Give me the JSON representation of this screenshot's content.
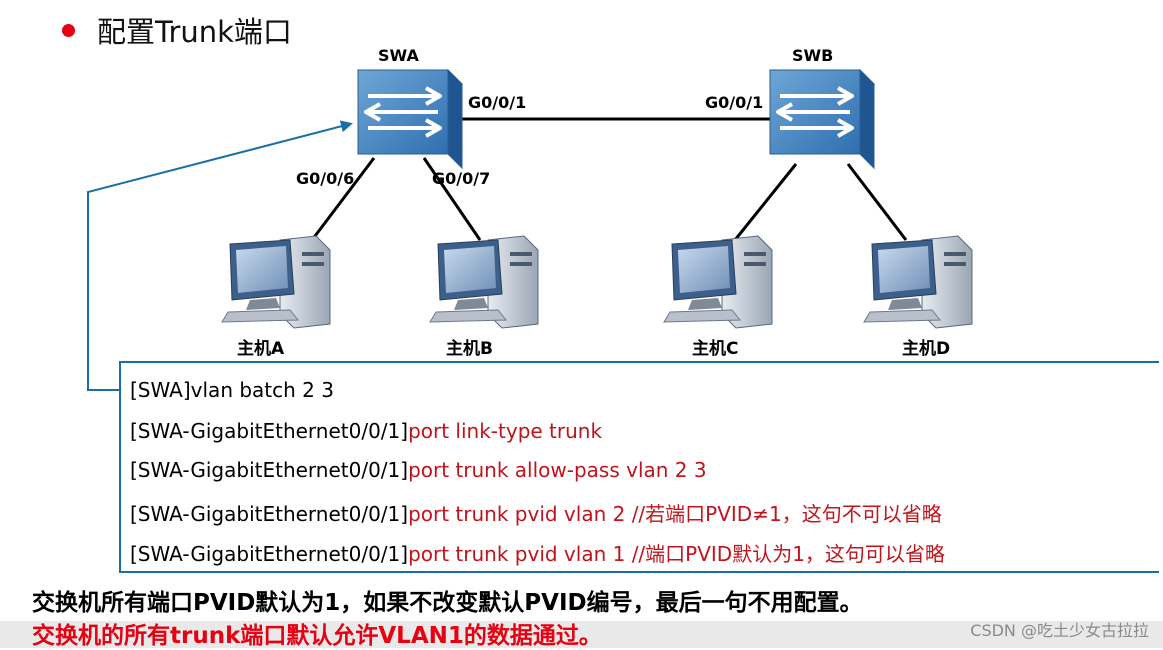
{
  "colors": {
    "bullet": "#e60012",
    "accent": "#1a6ea8",
    "command_red": "#c0141c",
    "note_red": "#e60012"
  },
  "title": "配置Trunk端口",
  "switches": [
    {
      "id": "swa",
      "name": "SWA"
    },
    {
      "id": "swb",
      "name": "SWB"
    }
  ],
  "ports": {
    "swa_g001": "G0/0/1",
    "swb_g001": "G0/0/1",
    "swa_g006": "G0/0/6",
    "swa_g007": "G0/0/7"
  },
  "hosts": [
    {
      "id": "a",
      "label": "主机A"
    },
    {
      "id": "b",
      "label": "主机B"
    },
    {
      "id": "c",
      "label": "主机C"
    },
    {
      "id": "d",
      "label": "主机D"
    }
  ],
  "commands": [
    {
      "prefix": "[SWA]vlan batch 2 3",
      "rest": ""
    },
    {
      "prefix": "[SWA-GigabitEthernet0/0/1]",
      "rest": "port link-type trunk"
    },
    {
      "prefix": "[SWA-GigabitEthernet0/0/1]",
      "rest": "port trunk allow-pass vlan 2 3"
    },
    {
      "prefix": "[SWA-GigabitEthernet0/0/1]",
      "rest": "port trunk pvid vlan 2  //若端口PVID≠1，这句不可以省略"
    },
    {
      "prefix": "[SWA-GigabitEthernet0/0/1]",
      "rest": "port trunk pvid vlan 1  //端口PVID默认为1，这句可以省略"
    }
  ],
  "notes": [
    "交换机所有端口PVID默认为1，如果不改变默认PVID编号，最后一句不用配置。",
    "交换机的所有trunk端口默认允许VLAN1的数据通过。"
  ],
  "watermark": "CSDN @吃土少女古拉拉"
}
